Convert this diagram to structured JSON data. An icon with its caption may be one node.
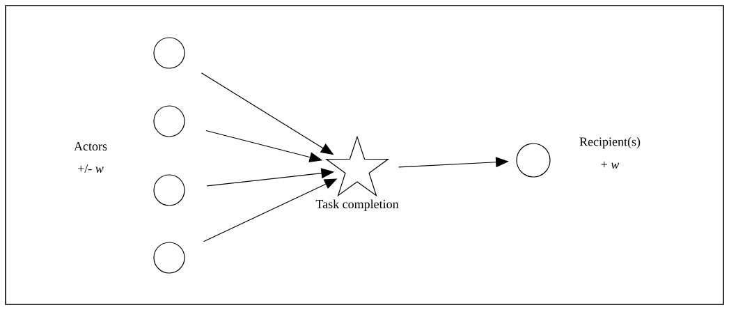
{
  "diagram": {
    "nodes": [
      {
        "text": [],
        "shape": "circle"
      },
      {
        "text": [],
        "shape": "circle"
      },
      {
        "text": [],
        "shape": "circle"
      },
      {
        "text": [],
        "shape": "circle"
      },
      {
        "text": [],
        "shape": "star",
        "beside": [
          "Task completion"
        ]
      },
      {
        "text": [],
        "shape": "circle"
      }
    ],
    "edges": [
      {
        "from": 0,
        "to": 4,
        "arrow": "to"
      },
      {
        "from": 1,
        "to": 4,
        "arrow": "to"
      },
      {
        "from": 2,
        "to": 4,
        "arrow": "to"
      },
      {
        "from": 3,
        "to": 4,
        "arrow": "to"
      },
      {
        "from": 4,
        "to": 5,
        "arrow": "to"
      }
    ],
    "labels": [
      "Actors",
      "+/- *w*",
      "Recipient(s)",
      "+ *w*"
    ]
  }
}
